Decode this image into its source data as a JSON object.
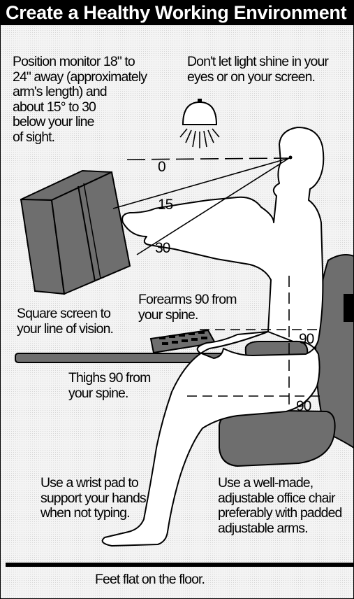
{
  "title": "Create a Healthy Working Environment",
  "notes": {
    "monitor_position": "Position monitor 18\" to\n24\" away (approximately\narm's length) and\nabout 15° to 30\nbelow your line\nof sight.",
    "light": "Don't let light shine in your\neyes or on your screen.",
    "square_screen": "Square screen to\nyour line of vision.",
    "forearms": "Forearms 90 from\nyour spine.",
    "thighs": "Thighs 90 from\nyour spine.",
    "wrist_pad": "Use a wrist pad to\nsupport your hands\nwhen not typing.",
    "chair": "Use a well-made,\nadjustable office chair\npreferably with padded\nadjustable arms.",
    "feet": "Feet flat on the floor."
  },
  "angles": {
    "zero": "0",
    "fifteen": "15",
    "thirty": "30",
    "forearm_ninety": "90",
    "thigh_ninety": "90"
  },
  "colors": {
    "figure_fill": "#ffffff",
    "object_fill": "#6e6e6e",
    "outline": "#000000"
  }
}
